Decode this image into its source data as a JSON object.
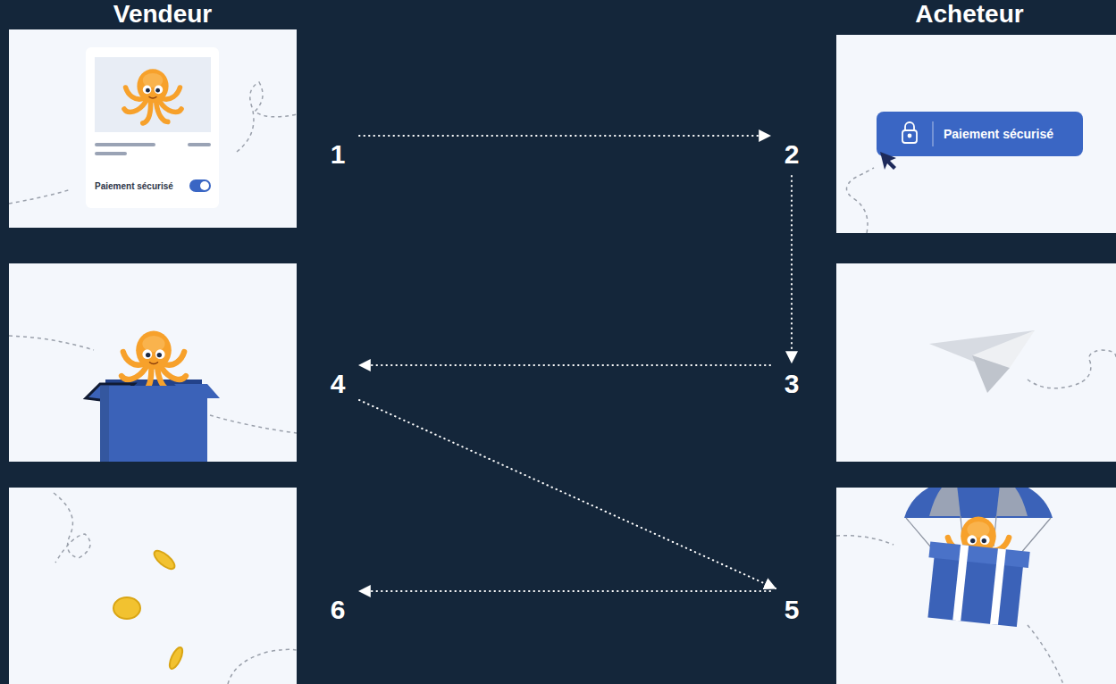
{
  "diagram": {
    "nodes": [
      {
        "text": [
          "Paiement sécurisé"
        ]
      },
      {
        "text": [
          "1"
        ]
      },
      {
        "text": [
          "2"
        ]
      },
      {
        "text": [
          "Paiement sécurisé"
        ]
      },
      {
        "text": [
          "3"
        ]
      },
      {
        "text": [
          "4"
        ]
      },
      {
        "text": [
          "5"
        ]
      },
      {
        "text": [
          "6"
        ]
      }
    ],
    "edges": [
      {
        "from": 1,
        "to": 2,
        "arrow": "to"
      },
      {
        "from": 2,
        "to": 4,
        "arrow": "to"
      },
      {
        "from": 4,
        "to": 5,
        "arrow": "to"
      },
      {
        "from": 5,
        "to": 6,
        "arrow": "to"
      },
      {
        "from": 6,
        "to": 7,
        "arrow": "to"
      }
    ],
    "labels": [
      "Vendeur",
      "Acheteur"
    ]
  }
}
